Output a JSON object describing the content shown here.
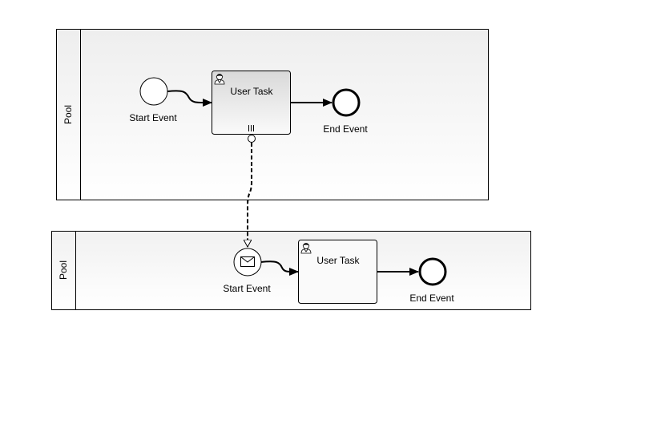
{
  "diagram": {
    "pools": [
      {
        "label": "Pool",
        "start_event": {
          "label": "Start Event",
          "type": "none"
        },
        "user_task": {
          "label": "User Task",
          "icon": "user-icon",
          "marker": "parallel-multi-instance-icon"
        },
        "end_event": {
          "label": "End Event"
        }
      },
      {
        "label": "Pool",
        "start_event": {
          "label": "Start Event",
          "type": "message",
          "icon": "envelope-icon"
        },
        "user_task": {
          "label": "User Task",
          "icon": "user-icon"
        },
        "end_event": {
          "label": "End Event"
        }
      }
    ],
    "message_flow": {
      "from": "user-task-1",
      "to": "start-event-2"
    }
  }
}
